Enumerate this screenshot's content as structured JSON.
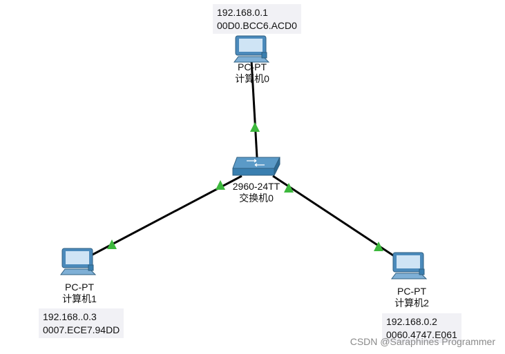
{
  "devices": {
    "pc0": {
      "model": "PC-PT",
      "name": "计算机0",
      "ip": "192.168.0.1",
      "mac": "00D0.BCC6.ACD0"
    },
    "pc1": {
      "model": "PC-PT",
      "name": "计算机1",
      "ip": "192.168..0.3",
      "mac": "0007.ECE7.94DD"
    },
    "pc2": {
      "model": "PC-PT",
      "name": "计算机2",
      "ip": "192.168.0.2",
      "mac": "0060.4747.E061"
    },
    "switch0": {
      "model": "2960-24TT",
      "name": "交换机0"
    }
  },
  "links": [
    {
      "from": "switch0",
      "to": "pc0",
      "status": "up"
    },
    {
      "from": "switch0",
      "to": "pc1",
      "status": "up"
    },
    {
      "from": "switch0",
      "to": "pc2",
      "status": "up"
    }
  ],
  "colors": {
    "link_up": "#3cb83c",
    "cable": "#000000",
    "device": "#3a7fb0"
  },
  "watermark": "CSDN @Saraphines Programmer"
}
